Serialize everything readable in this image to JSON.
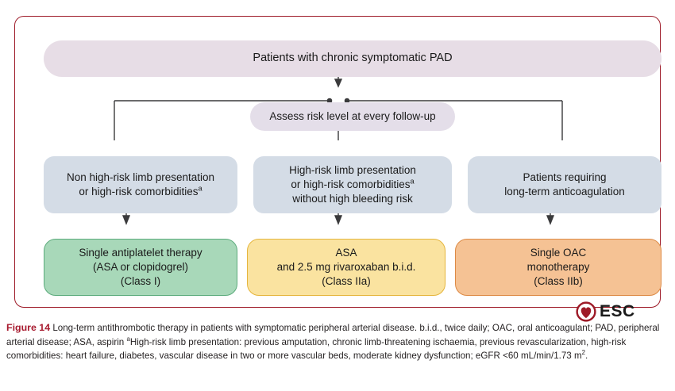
{
  "figure": {
    "top_node": "Patients with chronic symptomatic PAD",
    "assess_node": "Assess risk level at every follow-up",
    "criteria": [
      {
        "id": "non-high-risk",
        "line1": "Non high-risk limb presentation",
        "line2": "or high-risk comorbidities",
        "marker": "a"
      },
      {
        "id": "high-risk",
        "line1": "High-risk limb presentation",
        "line2": "or high-risk comorbidities",
        "marker": "a",
        "line3": "without high bleeding risk"
      },
      {
        "id": "anticoagulation",
        "line1": "Patients requiring",
        "line2": "long-term anticoagulation"
      }
    ],
    "outcomes": [
      {
        "id": "single-antiplatelet",
        "line1": "Single antiplatelet therapy",
        "line2": "(ASA or clopidogrel)",
        "line3": "(Class I)",
        "fill": "#a8d8b9",
        "stroke": "#5cab7c"
      },
      {
        "id": "asa-rivaroxaban",
        "line1": "ASA",
        "line2": "and 2.5 mg rivaroxaban b.i.d.",
        "line3": "(Class IIa)",
        "fill": "#fae3a0",
        "stroke": "#e5b53c"
      },
      {
        "id": "single-oac",
        "line1": "Single OAC",
        "line2": "monotherapy",
        "line3": "(Class IIb)",
        "fill": "#f5c294",
        "stroke": "#dd8a45"
      }
    ],
    "logo": {
      "wordmark": "ESC"
    },
    "colors": {
      "frame": "#9e1b28",
      "top_node_fill": "#e7dde6",
      "assess_node_fill": "#e4dee9",
      "criteria_fill": "#d4dce6",
      "connector": "#3a3a3c",
      "caption_label": "#a81c30"
    }
  },
  "caption": {
    "label": "Figure 14",
    "part1": " Long-term antithrombotic therapy in patients with symptomatic peripheral arterial disease. b.i.d., twice daily; OAC, oral anticoagulant; PAD, peripheral arterial disease; ASA, aspirin ",
    "sup": "a",
    "part2": "High-risk limb presentation: previous amputation, chronic limb-threatening ischaemia, previous revascularization, high-risk comorbidities: heart failure, diabetes, vascular disease in two or more vascular beds, moderate kidney dysfunction; eGFR <60 mL/min/1.73 m",
    "sup2": "2",
    "part3": "."
  }
}
